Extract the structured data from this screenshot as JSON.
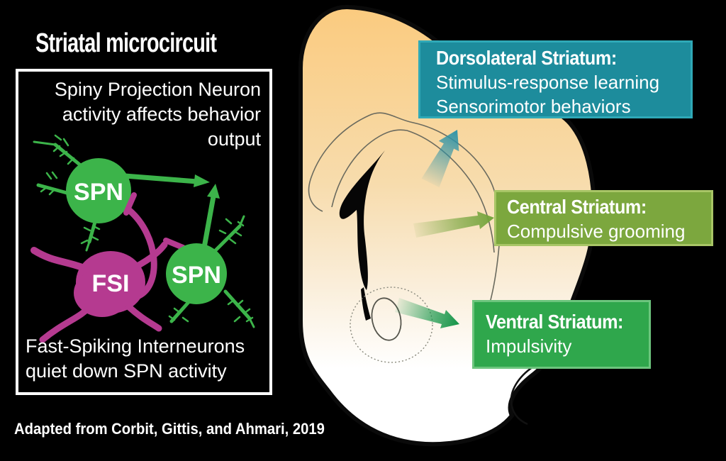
{
  "title": "Striatal microcircuit",
  "citation": "Adapted from Corbit, Gittis, and Ahmari, 2019",
  "left_box": {
    "top_lines": [
      "Spiny Projection Neuron",
      "activity affects behavior",
      "output"
    ],
    "bottom_lines": [
      "Fast-Spiking Interneurons",
      "quiet down SPN activity"
    ],
    "spn1_label": "SPN",
    "spn2_label": "SPN",
    "fsi_label": "FSI"
  },
  "brain_labels": {
    "dorsolateral": {
      "heading": "Dorsolateral Striatum:",
      "line1": "Stimulus-response learning",
      "line2": "Sensorimotor behaviors"
    },
    "central": {
      "heading": "Central Striatum:",
      "line1": "Compulsive grooming"
    },
    "ventral": {
      "heading": "Ventral Striatum:",
      "line1": "Impulsivity"
    }
  },
  "colors": {
    "bg": "#000000",
    "spn-green": "#3cb44a",
    "fsi-magenta": "#b53a90",
    "teal-fill": "#1d8c9c",
    "teal-border": "#2fa9b7",
    "teal-arrow": "#2e93a8",
    "olive-fill": "#7ca73e",
    "olive-border": "#a8c566",
    "olive-arrow": "#74a43c",
    "green-fill": "#2fa74c",
    "green-border": "#6cc57d",
    "green-arrow": "#139447",
    "brain-top": "#fbca7d",
    "brain-mid": "#f8e3c0",
    "brain-bottom": "#ffffff"
  }
}
